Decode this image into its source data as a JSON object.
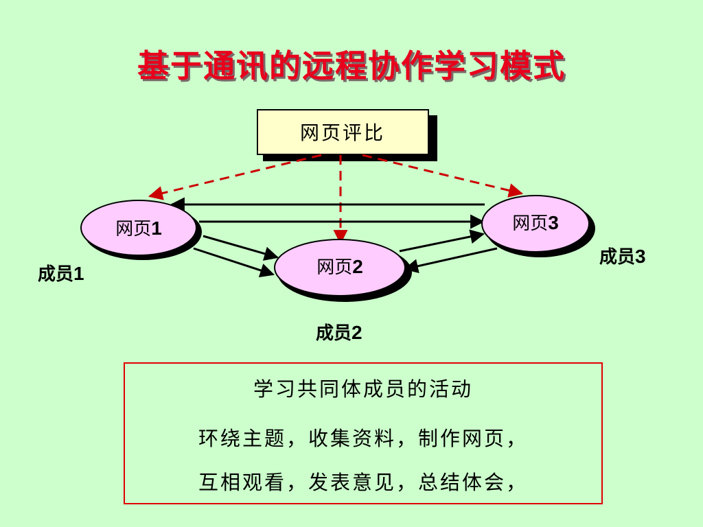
{
  "title": "基于通讯的远程协作学习模式",
  "center_box": {
    "label": "网页评比"
  },
  "nodes": [
    {
      "id": "page1",
      "prefix": "网页",
      "number": "1",
      "member_prefix": "成员",
      "member_number": "1"
    },
    {
      "id": "page2",
      "prefix": "网页",
      "number": "2",
      "member_prefix": "成员",
      "member_number": "2"
    },
    {
      "id": "page3",
      "prefix": "网页",
      "number": "3",
      "member_prefix": "成员",
      "member_number": "3"
    }
  ],
  "info": {
    "heading": "学习共同体成员的活动",
    "line1": "环绕主题，收集资料，制作网页，",
    "line2": "互相观看，发表意见，总结体会，"
  },
  "colors": {
    "background": "#ccffcc",
    "title": "#e8001c",
    "ellipse_fill": "#ffccff",
    "dashed_arrow": "#cc0000",
    "box_fill": "#ffffcc",
    "info_border": "#e00000"
  }
}
